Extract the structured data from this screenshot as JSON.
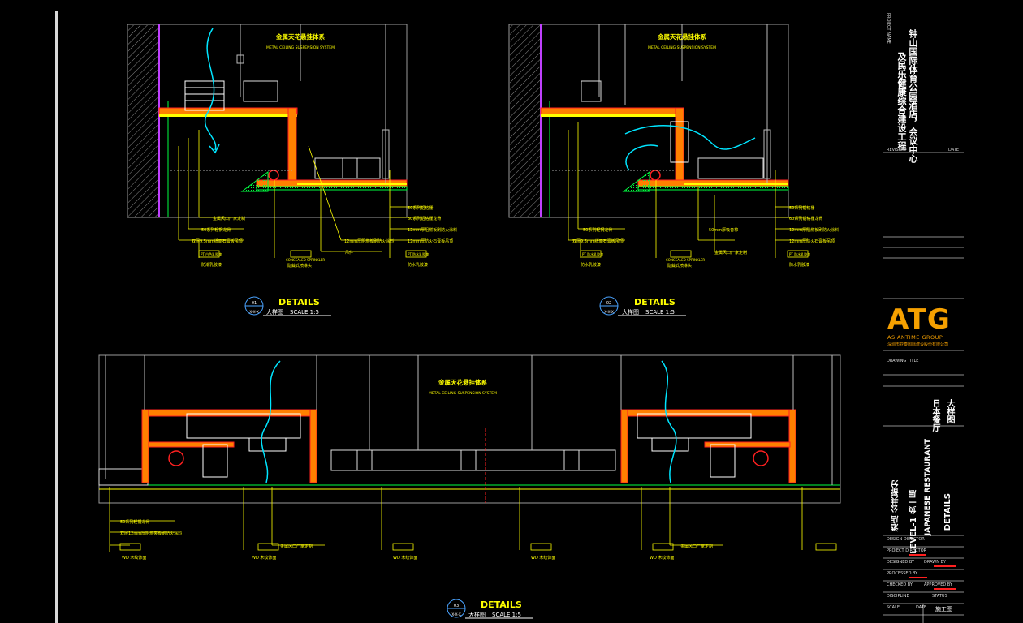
{
  "details": [
    {
      "title_cn": "金属天花悬挂体系",
      "title_en": "METAL CEILING SUSPENSION SYSTEM",
      "number": "01",
      "label": "DETAILS",
      "ref": "X-X-X",
      "scale_cn": "大样图",
      "scale": "SCALE 1:5",
      "callouts_left": [
        "金属风口厂家定制",
        "50系列轻钢龙骨",
        "双层9.5mm纸面石膏板吊顶",
        "PT 白色乳胶漆",
        "防潮乳胶漆"
      ],
      "callouts_mid": [
        "CONCEALED SPRINKLER",
        "隐藏式喷淋头"
      ],
      "callouts_right": [
        "12mm厚阻燃板刷防火涂料",
        "吊件",
        "50系列铝格栅",
        "60系列铝格栅龙骨",
        "12mm厚阻燃板刷防火涂料",
        "12mm厚防火石膏板吊顶",
        "PT 防水乳胶漆",
        "防水乳胶漆"
      ]
    },
    {
      "title_cn": "金属天花悬挂体系",
      "title_en": "METAL CEILING SUSPENSION SYSTEM",
      "number": "02",
      "label": "DETAILS",
      "ref": "X-X-X",
      "scale_cn": "大样图",
      "scale": "SCALE 1:5",
      "callouts_left": [
        "50系列轻钢龙骨",
        "双层9.5mm纸面石膏板吊顶",
        "PT 防水乳胶漆",
        "防水乳胶漆"
      ],
      "callouts_mid": [
        "CONCEALED SPRINKLER",
        "隐藏式喷淋头"
      ],
      "callouts_right": [
        "50mm厚吸音棉",
        "50系列铝格栅",
        "60系列铝格栅龙骨",
        "12mm厚阻燃板刷防火涂料",
        "12mm厚防火石膏板吊顶",
        "金属风口厂家定制",
        "PT 防水乳胶漆",
        "防水乳胶漆"
      ]
    },
    {
      "title_cn": "金属天花悬挂体系",
      "title_en": "METAL CEILING SUSPENSION SYSTEM",
      "number": "03",
      "label": "DETAILS",
      "ref": "X-X-X",
      "scale_cn": "大样图",
      "scale": "SCALE 1:5",
      "callouts": [
        "50系列轻钢龙骨",
        "双层12mm厚阻燃夹板刷防火涂料",
        "WD 木纹饰面",
        "金属风口厂家定制",
        "WD 木纹饰面",
        "WD 木纹饰面",
        "WD 木纹饰面",
        "金属风口厂家定制",
        "WD 木纹饰面"
      ]
    }
  ],
  "title_block": {
    "project_label": "PROJECT NAME",
    "project_name_1": "钟山国际体育公园酒店，会议中心",
    "project_name_2": "及民乐健康综合建设工程",
    "revision_label": "REVISION",
    "date_label": "DATE",
    "logo": "ATG",
    "logo_sub": "ASIANTIME GROUP",
    "logo_cn": "深圳市亚泰国际建设股份有限公司",
    "drawing_title_label": "DRAWING TITLE",
    "drawing_title_cn_1": "日本餐厅",
    "drawing_title_cn_2": "大样图",
    "level_cn": "酒店  公共部分",
    "level": "LEVEL-1  负一层",
    "restaurant": "JAPANESE RESTAURANT",
    "details": "DETAILS",
    "design_director": "DESIGN DIRECTOR",
    "project_director": "PROJECT DIRECTOR",
    "designed_by": "DESIGNED BY",
    "drawn_by": "DRAWN BY",
    "processed_by": "PROCESSED BY",
    "checked_by": "CHECKED BY",
    "approved_by": "APPROVED BY",
    "discipline": "DISCIPLINE",
    "status": "STATUS",
    "scale_label": "SCALE",
    "date": "DATE",
    "stage": "施工图"
  },
  "colors": {
    "background": "#000000",
    "hatch": "#8a8a8a",
    "line_white": "#ffffff",
    "line_yellow": "#ffff00",
    "line_red": "#ff2020",
    "line_green": "#00ff40",
    "line_cyan": "#00e5ff",
    "line_magenta": "#c040ff",
    "orange": "#ff8000",
    "logo": "#f5a000"
  }
}
